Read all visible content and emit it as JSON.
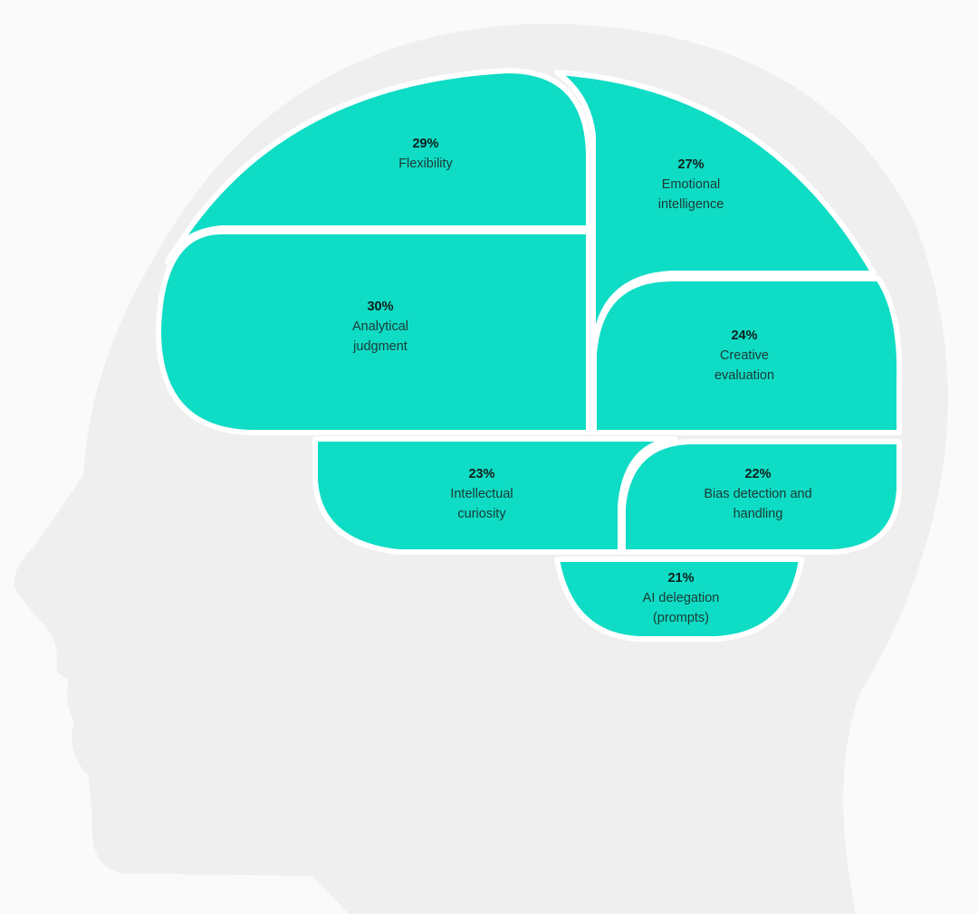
{
  "colors": {
    "region": "#0fdcc5",
    "head": "#efefef",
    "background": "#fafafa",
    "divider": "#ffffff"
  },
  "regions": [
    {
      "id": "flexibility",
      "percent": "29%",
      "label": "Flexibility"
    },
    {
      "id": "emotional",
      "percent": "27%",
      "label": "Emotional intelligence"
    },
    {
      "id": "analytical",
      "percent": "30%",
      "label": "Analytical judgment"
    },
    {
      "id": "creative",
      "percent": "24%",
      "label": "Creative evaluation"
    },
    {
      "id": "curiosity",
      "percent": "23%",
      "label": "Intellectual curiosity"
    },
    {
      "id": "bias",
      "percent": "22%",
      "label": "Bias detection and handling"
    },
    {
      "id": "ai",
      "percent": "21%",
      "label": "AI delegation (prompts)"
    }
  ]
}
